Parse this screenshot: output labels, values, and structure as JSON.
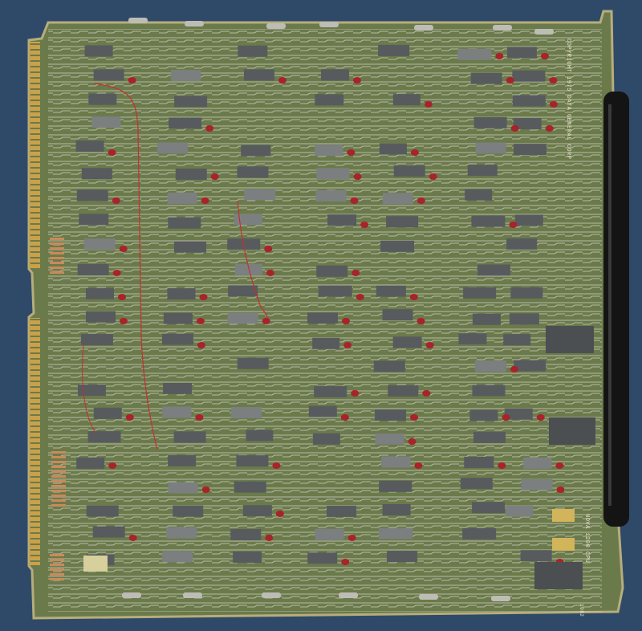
{
  "board": {
    "copyright_text": "COPYRIGHT 1975 DATA GENERAL CORP",
    "board_label": "NOVA 1200 CPU",
    "part_number": "1082"
  },
  "colors": {
    "background": "#2f4a68",
    "pcb_green": "#6b7a4a",
    "trace": "#d8d6cc",
    "gold_contact": "#c9a14a",
    "chip_grey": "#5a5e60",
    "capacitor_red": "#a8232b",
    "handle_black": "#141414"
  }
}
